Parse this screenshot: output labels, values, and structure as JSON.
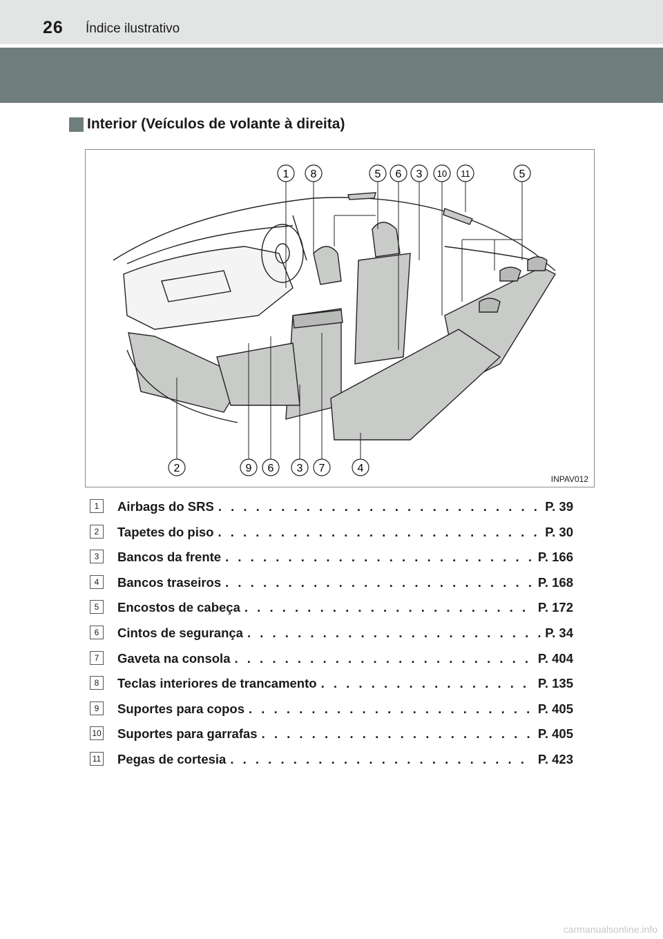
{
  "header": {
    "page_number": "26",
    "running_title": "Índice ilustrativo"
  },
  "section": {
    "heading": "Interior (Veículos de volante à direita)"
  },
  "figure": {
    "code": "INPAV012",
    "top_callouts": [
      "1",
      "8",
      "5",
      "6",
      "3",
      "10",
      "11",
      "5"
    ],
    "bottom_callouts": [
      "2",
      "9",
      "6",
      "3",
      "7",
      "4"
    ]
  },
  "index": [
    {
      "num": "1",
      "label": "Airbags do SRS",
      "ref": "P. 39"
    },
    {
      "num": "2",
      "label": "Tapetes do piso",
      "ref": "P. 30"
    },
    {
      "num": "3",
      "label": "Bancos da frente",
      "ref": "P. 166"
    },
    {
      "num": "4",
      "label": "Bancos traseiros",
      "ref": "P. 168"
    },
    {
      "num": "5",
      "label": "Encostos de cabeça",
      "ref": "P. 172"
    },
    {
      "num": "6",
      "label": "Cintos de segurança",
      "ref": "P. 34"
    },
    {
      "num": "7",
      "label": "Gaveta na consola",
      "ref": "P. 404"
    },
    {
      "num": "8",
      "label": "Teclas interiores de trancamento",
      "ref": "P. 135"
    },
    {
      "num": "9",
      "label": "Suportes para copos",
      "ref": "P. 405"
    },
    {
      "num": "10",
      "label": "Suportes para garrafas",
      "ref": "P. 405"
    },
    {
      "num": "11",
      "label": "Pegas de cortesia",
      "ref": "P. 423"
    }
  ],
  "watermark": "carmanualsonline.info"
}
